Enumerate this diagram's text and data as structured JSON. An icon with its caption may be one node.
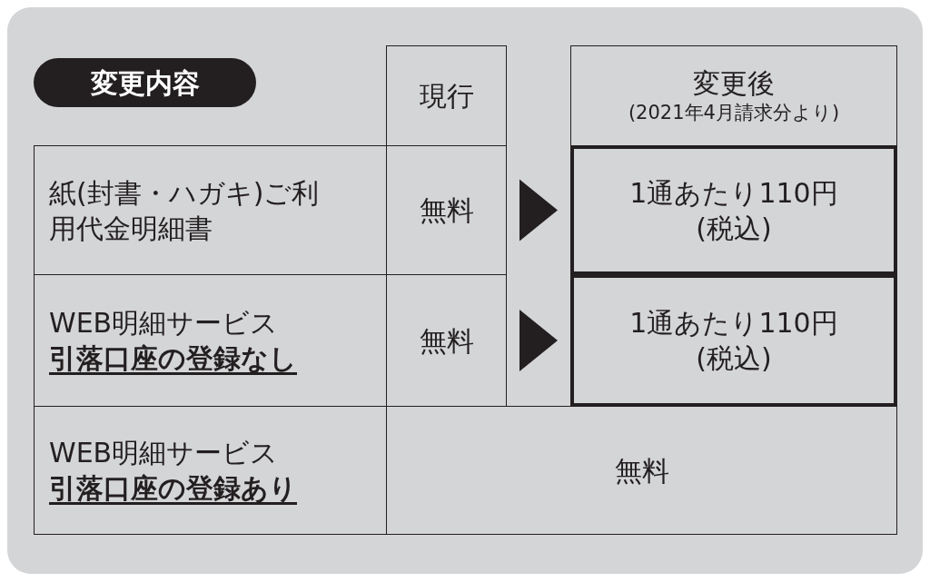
{
  "diagram": {
    "nodes": [
      {
        "text": [
          "変更内容"
        ]
      },
      {
        "text": [
          "現行"
        ]
      },
      {
        "text": [
          "変更後",
          "(2021年4月請求分より)"
        ]
      },
      {
        "text": [
          "紙(封書・ハガキ)ご利用代金明細書"
        ]
      },
      {
        "text": [
          "無料"
        ]
      },
      {
        "text": [
          "1通あたり110円(税込)"
        ]
      },
      {
        "text": [
          "WEB明細サービス",
          "引落口座の登録なし"
        ]
      },
      {
        "text": [
          "無料"
        ]
      },
      {
        "text": [
          "1通あたり110円(税込)"
        ]
      },
      {
        "text": [
          "WEB明細サービス",
          "引落口座の登録あり"
        ]
      },
      {
        "text": [
          "無料"
        ]
      }
    ],
    "edges": [
      {
        "from": 4,
        "to": 5,
        "arrow": "to"
      },
      {
        "from": 7,
        "to": 8,
        "arrow": "to"
      }
    ]
  }
}
